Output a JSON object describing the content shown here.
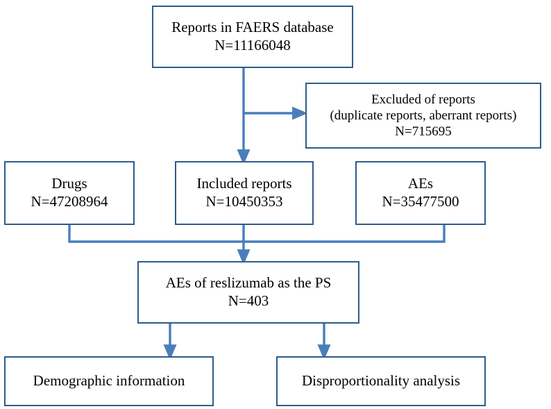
{
  "figure": {
    "type": "flowchart",
    "title": "Reports in FAERS database study selection flowchart",
    "colors": {
      "box_border": "#2E5C8A",
      "connector": "#4A7EBB",
      "background": "#FFFFFF",
      "text": "#000000"
    }
  },
  "nodes": {
    "source": {
      "name": "source-reports",
      "line1": "Reports in FAERS database",
      "line2": "N=11166048",
      "count": 11166048
    },
    "excluded": {
      "name": "excluded-reports",
      "line1": "Excluded of reports",
      "line2": "(duplicate reports, aberrant reports)",
      "line3": "N=715695",
      "count": 715695
    },
    "drugs": {
      "name": "drugs",
      "line1": "Drugs",
      "line2": "N=47208964",
      "count": 47208964
    },
    "included": {
      "name": "included-reports",
      "line1": "Included reports",
      "line2": "N=10450353",
      "count": 10450353
    },
    "aes": {
      "name": "adverse-events",
      "line1": "AEs",
      "line2": "N=35477500",
      "count": 35477500
    },
    "ps": {
      "name": "aes-reslizumab-primary-suspect",
      "line1": "AEs of reslizumab as the PS",
      "line2": "N=403",
      "count": 403
    },
    "demographic": {
      "name": "demographic-information",
      "line1": "Demographic information"
    },
    "disproportionality": {
      "name": "disproportionality-analysis",
      "line1": "Disproportionality analysis"
    }
  },
  "edges": [
    {
      "name": "source-to-included",
      "from": "source",
      "to": "included",
      "arrow": true
    },
    {
      "name": "source-to-excluded",
      "from": "source",
      "to": "excluded",
      "arrow": true
    },
    {
      "name": "drugs-to-ps",
      "from": "drugs",
      "to": "ps",
      "arrow": false
    },
    {
      "name": "included-to-ps",
      "from": "included",
      "to": "ps",
      "arrow": true
    },
    {
      "name": "aes-to-ps",
      "from": "aes",
      "to": "ps",
      "arrow": false
    },
    {
      "name": "ps-to-demographic",
      "from": "ps",
      "to": "demographic",
      "arrow": true
    },
    {
      "name": "ps-to-disproportionality",
      "from": "ps",
      "to": "disproportionality",
      "arrow": true
    }
  ]
}
